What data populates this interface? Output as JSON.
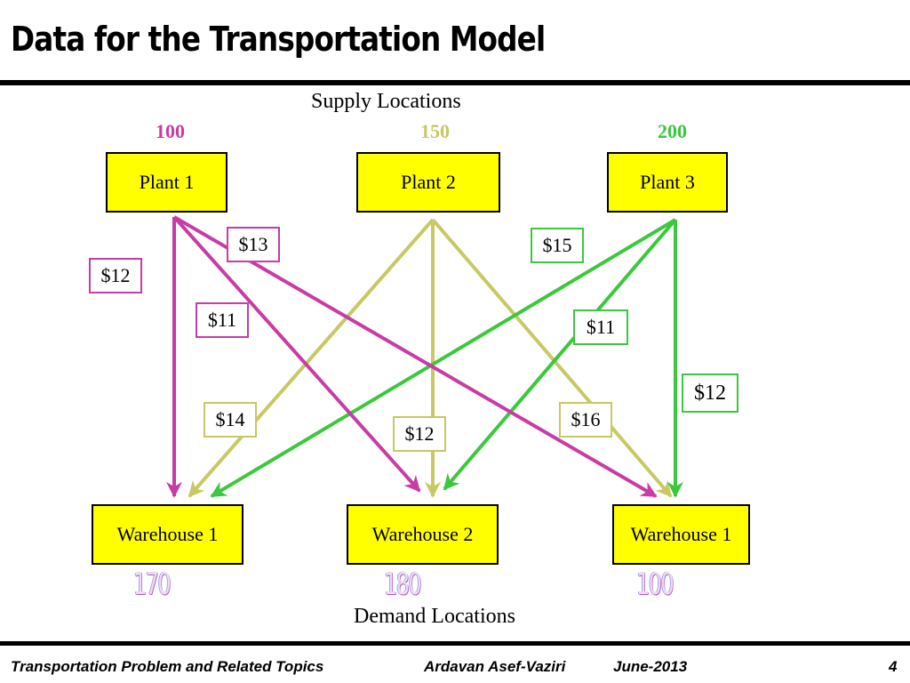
{
  "title": "Data for the Transportation Model",
  "supply_title": "Supply Locations",
  "demand_title": "Demand Locations",
  "colors": {
    "plant1": "#c83ca5",
    "plant2": "#c8c864",
    "plant3": "#3cc83c",
    "node_fill": "#ffff00"
  },
  "plants": [
    {
      "label": "Plant 1",
      "supply": "100"
    },
    {
      "label": "Plant 2",
      "supply": "150"
    },
    {
      "label": "Plant 3",
      "supply": "200"
    }
  ],
  "warehouses": [
    {
      "label": "Warehouse 1",
      "demand": "170"
    },
    {
      "label": "Warehouse 2",
      "demand": "180"
    },
    {
      "label": "Warehouse 1",
      "demand": "100"
    }
  ],
  "costs": {
    "p1_w1": "$12",
    "p1_w2": "$11",
    "p1_w3": "$13",
    "p2_w1": "$14",
    "p2_w2": "$12",
    "p2_w3": "$16",
    "p3_w1": "$15",
    "p3_w2": "$11",
    "p3_w3": "$12"
  },
  "footer": {
    "course": "Transportation  Problem and Related Topics",
    "author": "Ardavan Asef-Vaziri",
    "date": "June-2013",
    "page": "4"
  }
}
